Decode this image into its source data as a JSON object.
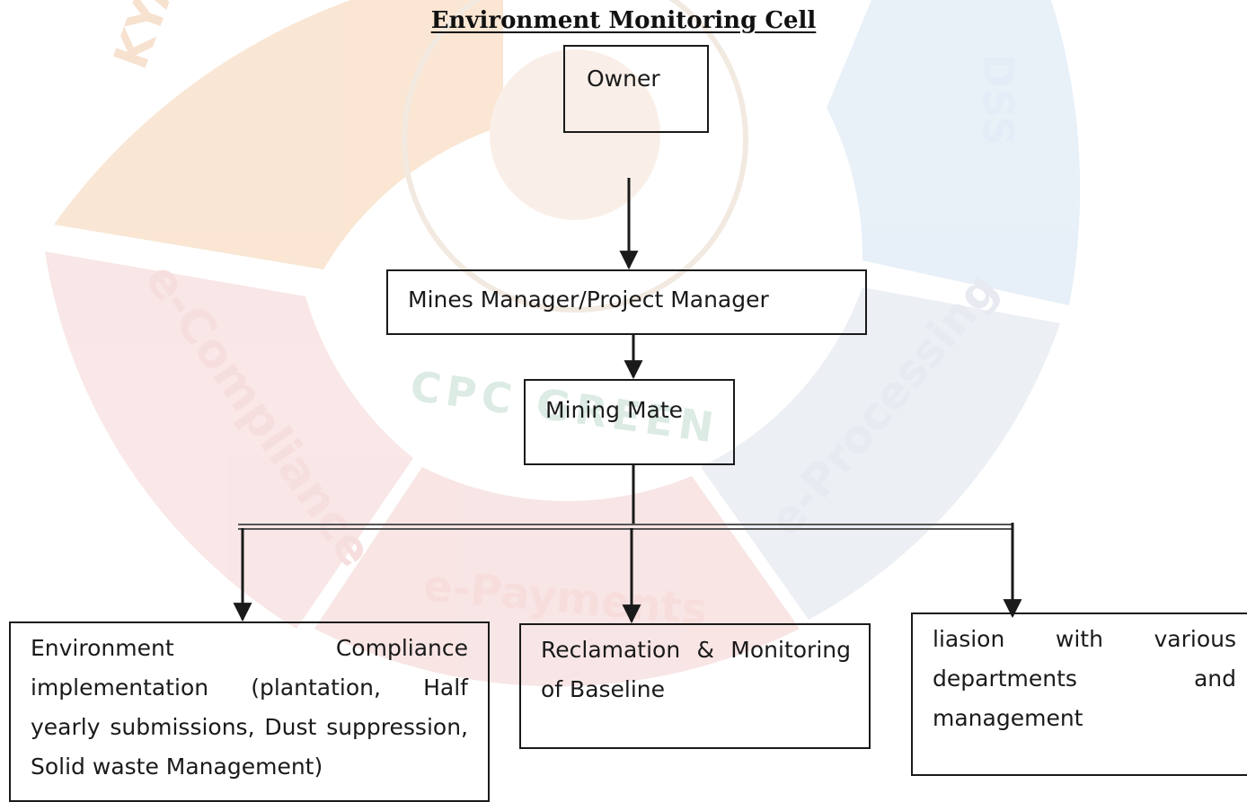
{
  "title": "Environment Monitoring Cell",
  "watermark": {
    "segments": [
      "KYA",
      "DSS",
      "e-Compliance",
      "e-Processing",
      "e-Payments"
    ],
    "logo_text": "CPC GREEN",
    "colors": {
      "orange": "#f6c9a0",
      "blue": "#c9dbef",
      "red": "#f2c4c4",
      "grey": "#d8dde6"
    }
  },
  "nodes": {
    "owner": "Owner",
    "mines_manager": "Mines Manager/Project Manager",
    "mining_mate": "Mining Mate",
    "compliance": "Environment Compliance implementation (plantation, Half yearly submissions, Dust suppression, Solid waste Management)",
    "reclamation": "Reclamation & Monitoring of Baseline",
    "liaison": "liasion with various departments and management"
  }
}
